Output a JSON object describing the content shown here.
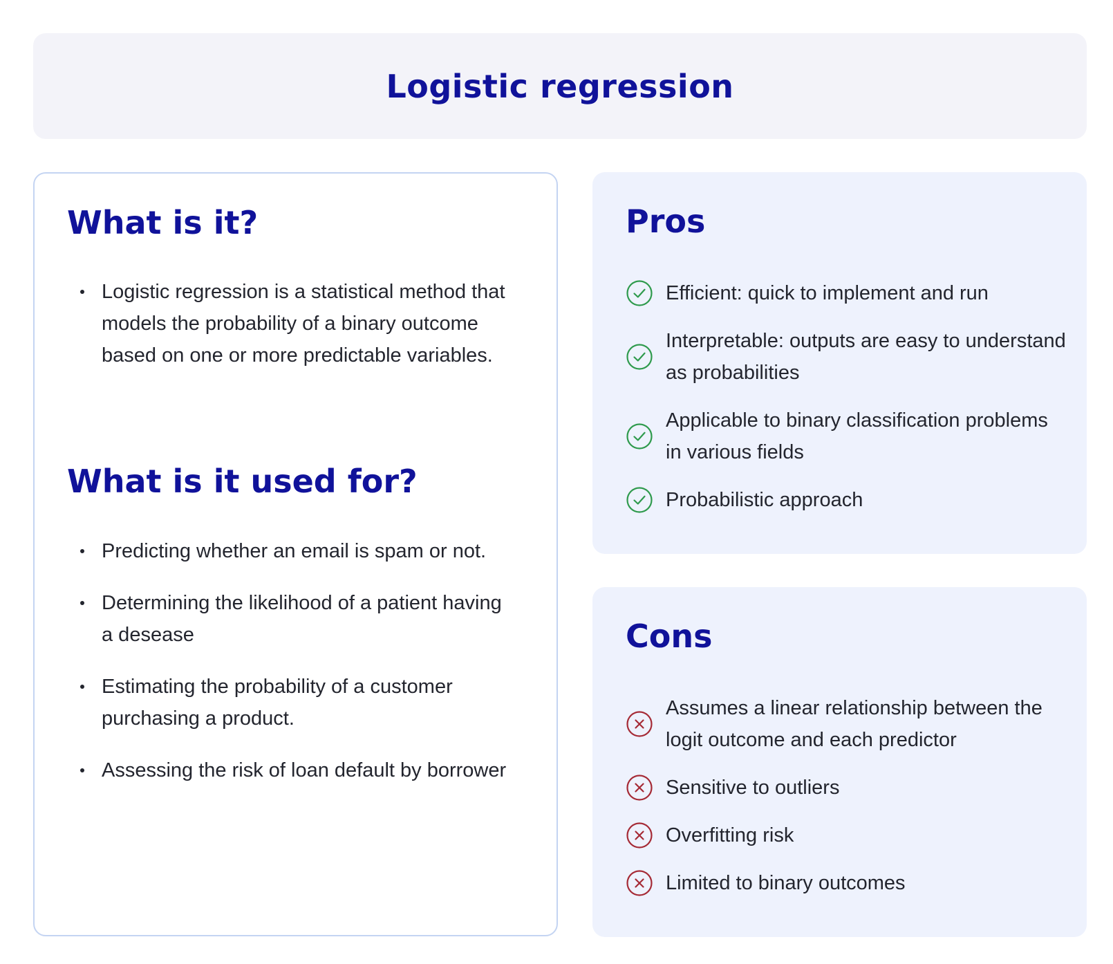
{
  "title": "Logistic regression",
  "what_is_it": {
    "heading": "What is it?",
    "items": [
      "Logistic regression is a statistical method that models the probability of a binary outcome based on one or more predictable variables."
    ]
  },
  "used_for": {
    "heading": "What is it used for?",
    "items": [
      "Predicting whether an email is spam or not.",
      "Determining the likelihood of a patient having a desease",
      "Estimating the probability of a customer purchasing a product.",
      "Assessing the risk of loan default by borrower"
    ]
  },
  "pros": {
    "heading": "Pros",
    "icon": "check-circle-icon",
    "icon_color": "#2e9a4c",
    "items": [
      "Efficient: quick to implement and run",
      "Interpretable: outputs are easy to understand as probabilities",
      "Applicable to binary classification problems in various fields",
      "Probabilistic approach"
    ]
  },
  "cons": {
    "heading": "Cons",
    "icon": "cross-circle-icon",
    "icon_color": "#a52a35",
    "items": [
      "Assumes a linear relationship between the logit outcome and each predictor",
      "Sensitive to outliers",
      "Overfitting risk",
      "Limited to binary outcomes"
    ]
  },
  "colors": {
    "heading": "#10129a",
    "banner_bg": "#f3f3f9",
    "panel_bg": "#eef2fd",
    "card_border": "#c4d4f2"
  }
}
